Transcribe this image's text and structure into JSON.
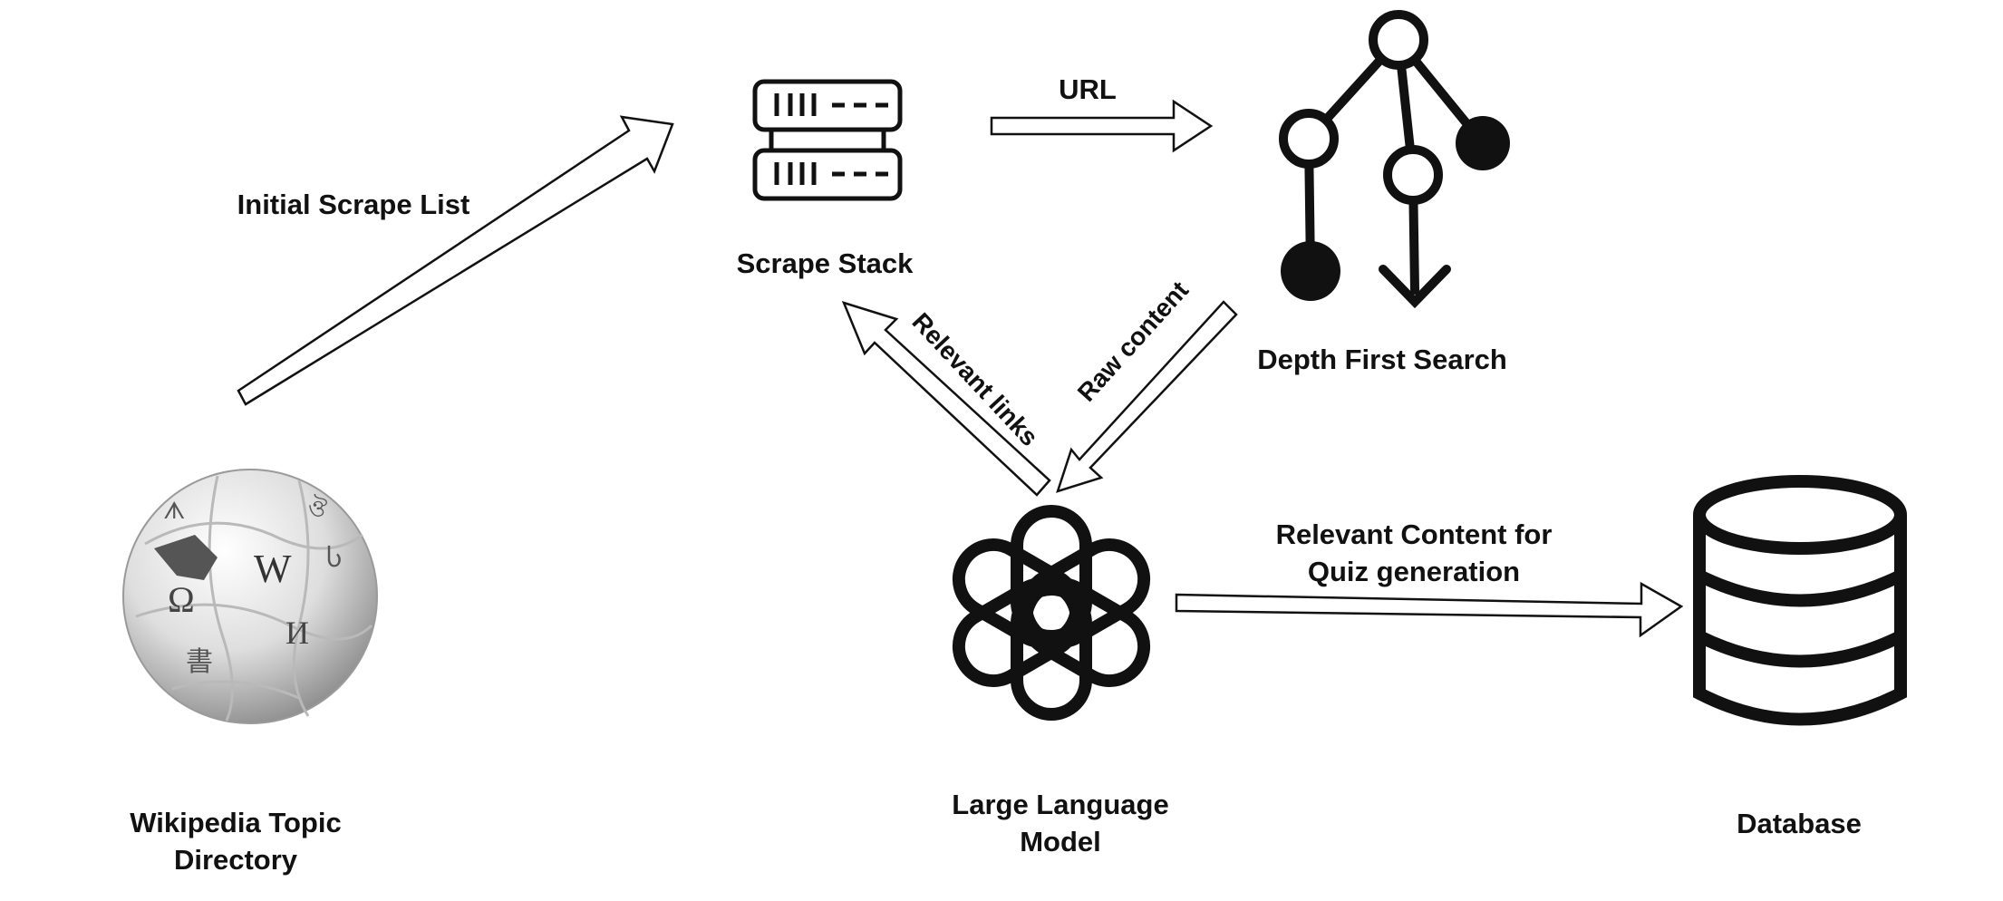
{
  "nodes": {
    "wikipedia": {
      "line1": "Wikipedia Topic",
      "line2": "Directory",
      "icon": "wikipedia-globe-icon"
    },
    "scrape_stack": {
      "label": "Scrape Stack",
      "icon": "server-stack-icon"
    },
    "dfs": {
      "label": "Depth First Search",
      "icon": "tree-graph-icon"
    },
    "llm": {
      "line1": "Large Language",
      "line2": "Model",
      "icon": "openai-logo-icon"
    },
    "database": {
      "label": "Database",
      "icon": "database-icon"
    }
  },
  "edges": {
    "initial_scrape": {
      "label": "Initial Scrape List"
    },
    "url": {
      "label": "URL"
    },
    "raw_content": {
      "label": "Raw content"
    },
    "relevant_links": {
      "label": "Relevant links"
    },
    "quiz_content": {
      "line1": "Relevant Content for",
      "line2": "Quiz generation"
    }
  },
  "colors": {
    "stroke": "#111111",
    "background": "#ffffff",
    "globe_dark": "#555555",
    "globe_light": "#eeeeee"
  }
}
